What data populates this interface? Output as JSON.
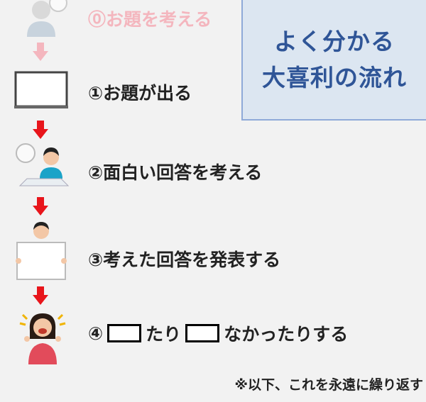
{
  "title": {
    "line1": "よく分かる",
    "line2": "大喜利の流れ"
  },
  "steps": [
    {
      "label": "⓪お題を考える"
    },
    {
      "label": "①お題が出る"
    },
    {
      "label": "②面白い回答を考える"
    },
    {
      "label": "③考えた回答を発表する"
    },
    {
      "label_prefix": "④",
      "label_mid": "たり",
      "label_suffix": "なかったりする"
    }
  ],
  "note": "※以下、これを永遠に繰り返す",
  "colors": {
    "arrow_faded": "#f4b6be",
    "arrow": "#e8151b",
    "title_text": "#2f5597",
    "title_bg": "#dce6f1"
  }
}
